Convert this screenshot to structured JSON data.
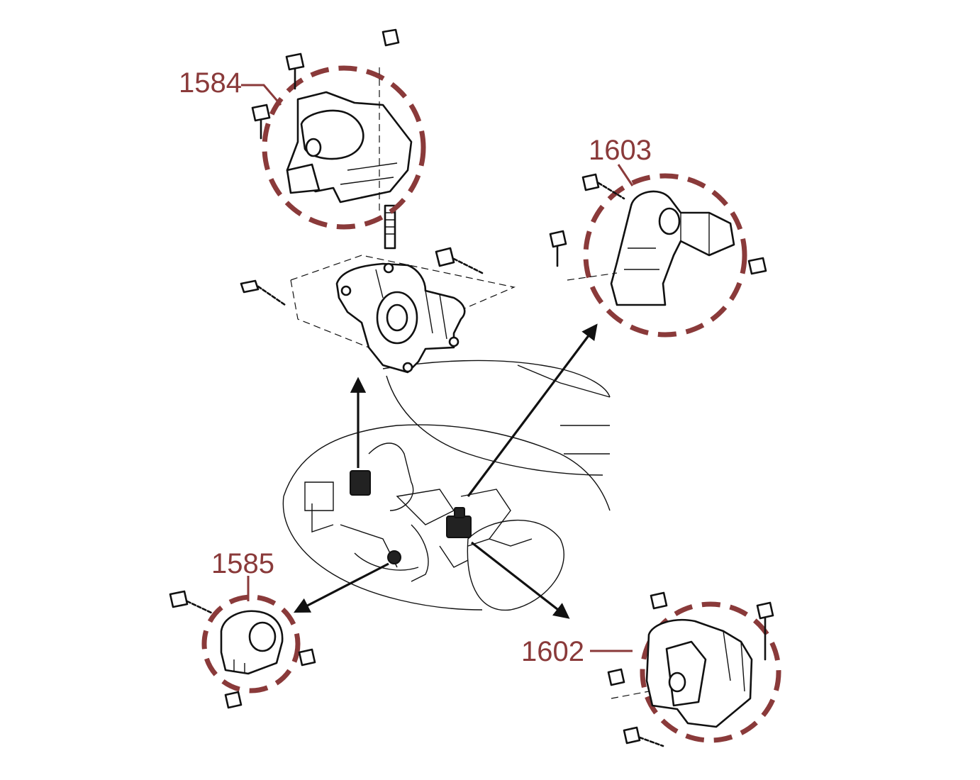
{
  "callouts": [
    {
      "id": "1584",
      "label": "1584",
      "part": "engine-mount-top"
    },
    {
      "id": "1603",
      "label": "1603",
      "part": "engine-mount-right"
    },
    {
      "id": "1585",
      "label": "1585",
      "part": "engine-mount-rear"
    },
    {
      "id": "1602",
      "label": "1602",
      "part": "engine-mount-left"
    }
  ],
  "colors": {
    "callout": "#8a3a3a",
    "linework": "#111111",
    "background": "#ffffff"
  }
}
